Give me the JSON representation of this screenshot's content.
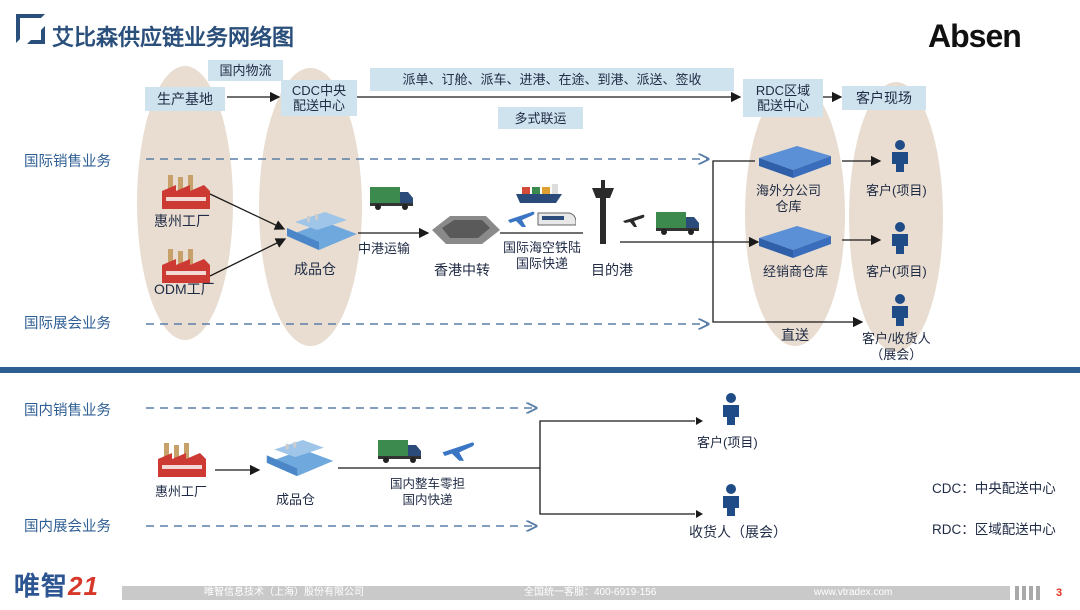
{
  "header": {
    "title": "艾比森供应链业务网络图",
    "brand": "Absen"
  },
  "top": {
    "tags": {
      "domestic_logistics": "国内物流",
      "production_base": "生产基地",
      "cdc_center": "CDC中央\n配送中心",
      "process_steps": "派单、订舱、派车、进港、在途、到港、派送、签收",
      "multimodal": "多式联运",
      "rdc_center": "RDC区域\n配送中心",
      "customer_site": "客户现场"
    },
    "lanes": {
      "intl_sales": "国际销售业务",
      "intl_exhibition": "国际展会业务"
    },
    "nodes": {
      "huizhou_factory": "惠州工厂",
      "odm_factory": "ODM工厂",
      "finished_goods_warehouse": "成品仓",
      "cn_hk_transport": "中港运输",
      "hk_transfer": "香港中转",
      "intl_transport": "国际海空铁陆\n国际快递",
      "destination_port": "目的港",
      "overseas_branch_warehouse": "海外分公司\n仓库",
      "dealer_warehouse": "经销商仓库",
      "direct_delivery": "直送",
      "customer_project_1": "客户(项目)",
      "customer_project_2": "客户(项目)",
      "customer_consignee_exhibition": "客户/收货人\n（展会）"
    }
  },
  "bottom": {
    "lanes": {
      "domestic_sales": "国内销售业务",
      "domestic_exhibition": "国内展会业务"
    },
    "nodes": {
      "huizhou_factory": "惠州工厂",
      "finished_goods_warehouse": "成品仓",
      "domestic_transport": "国内整车零担\n国内快递",
      "customer_project": "客户(项目)",
      "consignee_exhibition": "收货人（展会）"
    },
    "legend": {
      "cdc": "CDC：中央配送中心",
      "rdc": "RDC：区域配送中心"
    }
  },
  "footer": {
    "logo": "唯智",
    "logo_num": "21",
    "company": "唯智信息技术（上海）股份有限公司",
    "hotline": "全国统一客服：400-6919-156",
    "website": "www.vtradex.com",
    "page": "3"
  },
  "colors": {
    "ellipse": "#e8ddd0",
    "tag_fill": "#cfe3ee",
    "lane_text": "#2f5f94",
    "separator": "#2f5e92",
    "title": "#2a4f7a"
  }
}
